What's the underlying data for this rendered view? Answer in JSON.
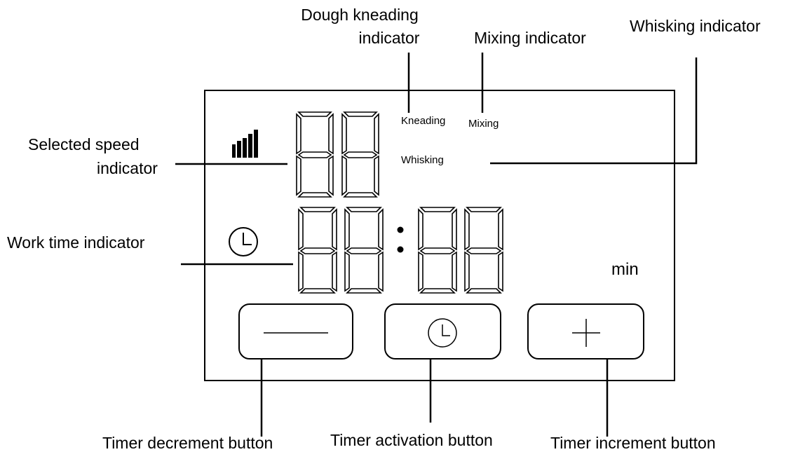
{
  "callouts": {
    "dough_kneading_line1": "Dough kneading",
    "dough_kneading_line2": "indicator",
    "mixing": "Mixing indicator",
    "whisking": "Whisking indicator",
    "selected_speed_line1": "Selected speed",
    "selected_speed_line2": "indicator",
    "work_time": "Work time indicator",
    "timer_decrement": "Timer decrement button",
    "timer_activation": "Timer activation button",
    "timer_increment": "Timer increment button"
  },
  "display": {
    "mode_kneading": "Kneading",
    "mode_mixing": "Mixing",
    "mode_whisking": "Whisking",
    "time_unit": "min"
  },
  "icons": {
    "speed": "signal-bars-icon",
    "clock": "clock-icon",
    "minus": "minus-icon",
    "plus": "plus-icon"
  },
  "colors": {
    "ink": "#000000",
    "background": "#ffffff"
  }
}
